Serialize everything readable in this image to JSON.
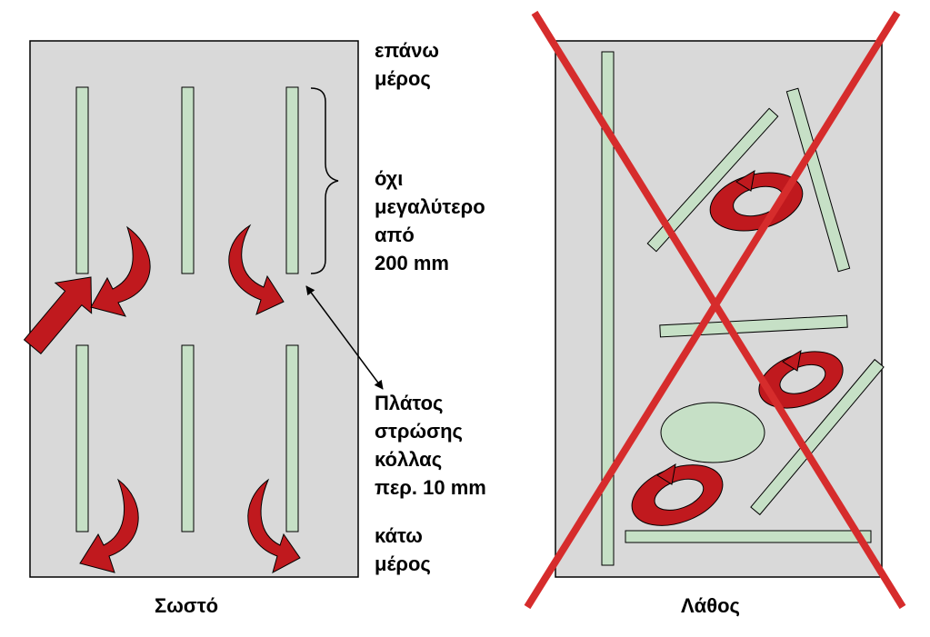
{
  "labels": {
    "top_line1": "επάνω",
    "top_line2": "μέρος",
    "max_line1": "όχι",
    "max_line2": "μεγαλύτερο",
    "max_line3": "από",
    "max_line4": "200 mm",
    "width_line1": "Πλάτος",
    "width_line2": "στρώσης",
    "width_line3": "κόλλας",
    "width_line4": "περ. 10 mm",
    "bottom_line1": "κάτω",
    "bottom_line2": "μέρος"
  },
  "captions": {
    "correct": "Σωστό",
    "wrong": "Λάθος"
  },
  "colors": {
    "panel_fill": "#d9d9d9",
    "panel_stroke": "#000000",
    "adhesive_strip": "#c6e0c6",
    "arrow_red": "#c0191e",
    "cross_red": "#d62c2c"
  }
}
